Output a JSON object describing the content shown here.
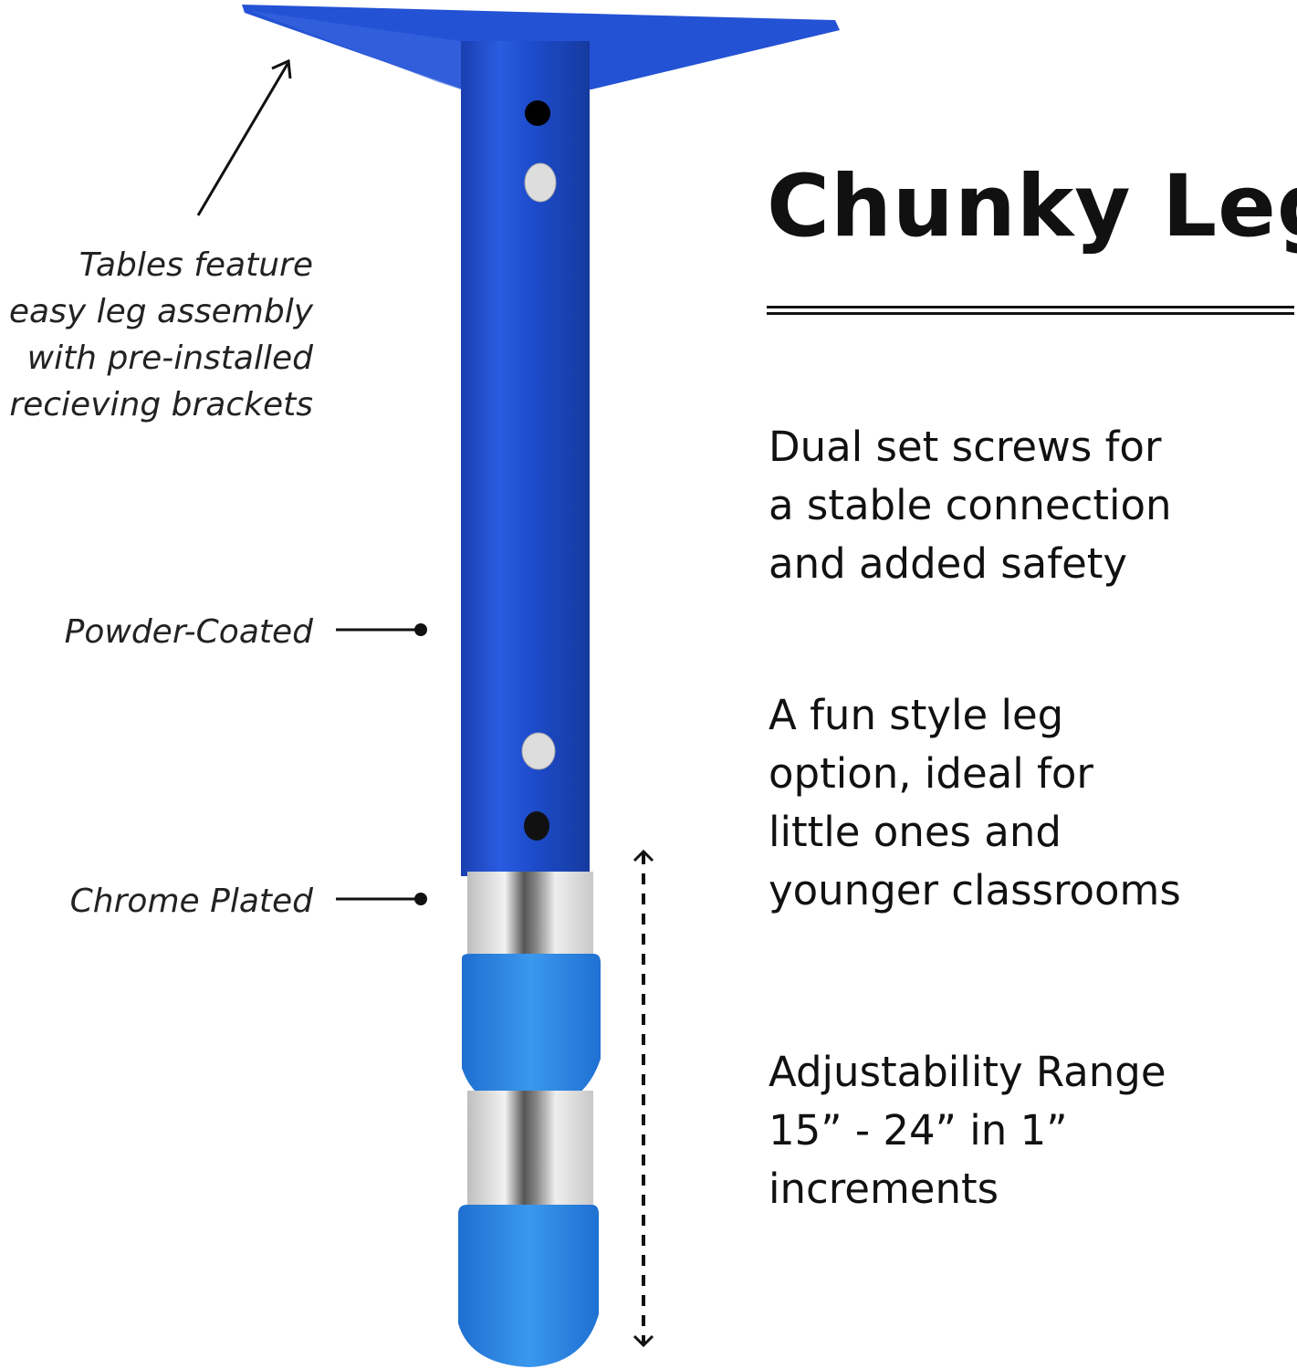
{
  "heading": {
    "title": "Chunky Leg"
  },
  "callouts": {
    "assembly": "Tables feature\neasy leg assembly\nwith pre-installed\nrecieving brackets",
    "powder_coated": "Powder-Coated",
    "chrome_plated": "Chrome Plated"
  },
  "features": [
    {
      "text": "Dual set screws for\na stable connection\nand added safety"
    },
    {
      "text": "A fun style leg\noption, ideal for\nlittle ones and\nyounger classrooms"
    },
    {
      "text": "Adjustability Range\n15” - 24” in 1” increments"
    }
  ],
  "colors": {
    "leg_blue": "#1f4fd1",
    "cap_blue": "#2f8ee8",
    "chrome": "#d9d9d9",
    "text": "#111111"
  }
}
